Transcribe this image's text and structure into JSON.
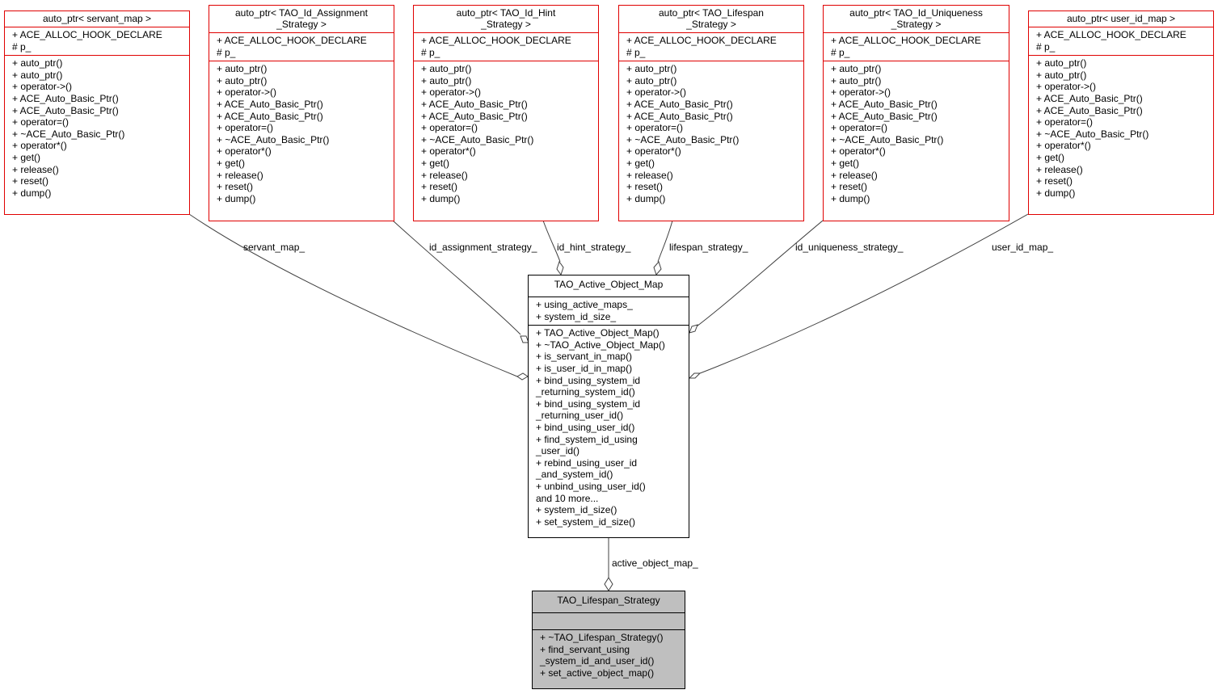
{
  "classes": [
    {
      "id": "auto_ptr_servant_map",
      "title": "auto_ptr< servant_map >",
      "attributes": [
        "+ ACE_ALLOC_HOOK_DECLARE",
        "# p_"
      ],
      "operations": [
        "+ auto_ptr()",
        "+ auto_ptr()",
        "+ operator->()",
        "+ ACE_Auto_Basic_Ptr()",
        "+ ACE_Auto_Basic_Ptr()",
        "+ operator=()",
        "+ ~ACE_Auto_Basic_Ptr()",
        "+ operator*()",
        "+ get()",
        "+ release()",
        "+ reset()",
        "+ dump()"
      ]
    },
    {
      "id": "auto_ptr_id_assignment",
      "title": "auto_ptr< TAO_Id_Assignment\n_Strategy >",
      "attributes": [
        "+ ACE_ALLOC_HOOK_DECLARE",
        "# p_"
      ],
      "operations": [
        "+ auto_ptr()",
        "+ auto_ptr()",
        "+ operator->()",
        "+ ACE_Auto_Basic_Ptr()",
        "+ ACE_Auto_Basic_Ptr()",
        "+ operator=()",
        "+ ~ACE_Auto_Basic_Ptr()",
        "+ operator*()",
        "+ get()",
        "+ release()",
        "+ reset()",
        "+ dump()"
      ]
    },
    {
      "id": "auto_ptr_id_hint",
      "title": "auto_ptr< TAO_Id_Hint\n_Strategy >",
      "attributes": [
        "+ ACE_ALLOC_HOOK_DECLARE",
        "# p_"
      ],
      "operations": [
        "+ auto_ptr()",
        "+ auto_ptr()",
        "+ operator->()",
        "+ ACE_Auto_Basic_Ptr()",
        "+ ACE_Auto_Basic_Ptr()",
        "+ operator=()",
        "+ ~ACE_Auto_Basic_Ptr()",
        "+ operator*()",
        "+ get()",
        "+ release()",
        "+ reset()",
        "+ dump()"
      ]
    },
    {
      "id": "auto_ptr_lifespan",
      "title": "auto_ptr< TAO_Lifespan\n_Strategy >",
      "attributes": [
        "+ ACE_ALLOC_HOOK_DECLARE",
        "# p_"
      ],
      "operations": [
        "+ auto_ptr()",
        "+ auto_ptr()",
        "+ operator->()",
        "+ ACE_Auto_Basic_Ptr()",
        "+ ACE_Auto_Basic_Ptr()",
        "+ operator=()",
        "+ ~ACE_Auto_Basic_Ptr()",
        "+ operator*()",
        "+ get()",
        "+ release()",
        "+ reset()",
        "+ dump()"
      ]
    },
    {
      "id": "auto_ptr_id_uniqueness",
      "title": "auto_ptr< TAO_Id_Uniqueness\n_Strategy >",
      "attributes": [
        "+ ACE_ALLOC_HOOK_DECLARE",
        "# p_"
      ],
      "operations": [
        "+ auto_ptr()",
        "+ auto_ptr()",
        "+ operator->()",
        "+ ACE_Auto_Basic_Ptr()",
        "+ ACE_Auto_Basic_Ptr()",
        "+ operator=()",
        "+ ~ACE_Auto_Basic_Ptr()",
        "+ operator*()",
        "+ get()",
        "+ release()",
        "+ reset()",
        "+ dump()"
      ]
    },
    {
      "id": "auto_ptr_user_id_map",
      "title": "auto_ptr< user_id_map >",
      "attributes": [
        "+ ACE_ALLOC_HOOK_DECLARE",
        "# p_"
      ],
      "operations": [
        "+ auto_ptr()",
        "+ auto_ptr()",
        "+ operator->()",
        "+ ACE_Auto_Basic_Ptr()",
        "+ ACE_Auto_Basic_Ptr()",
        "+ operator=()",
        "+ ~ACE_Auto_Basic_Ptr()",
        "+ operator*()",
        "+ get()",
        "+ release()",
        "+ reset()",
        "+ dump()"
      ]
    },
    {
      "id": "tao_active_object_map",
      "title": "TAO_Active_Object_Map",
      "attributes": [
        "+ using_active_maps_",
        "+ system_id_size_"
      ],
      "operations": [
        "+ TAO_Active_Object_Map()",
        "+ ~TAO_Active_Object_Map()",
        "+ is_servant_in_map()",
        "+ is_user_id_in_map()",
        "+ bind_using_system_id",
        "_returning_system_id()",
        "+ bind_using_system_id",
        "_returning_user_id()",
        "+ bind_using_user_id()",
        "+ find_system_id_using",
        "_user_id()",
        "+ rebind_using_user_id",
        "_and_system_id()",
        "+ unbind_using_user_id()",
        "and 10 more...",
        "+ system_id_size()",
        "+ set_system_id_size()"
      ]
    },
    {
      "id": "tao_lifespan_strategy",
      "title": "TAO_Lifespan_Strategy",
      "attributes": [],
      "operations": [
        "+ ~TAO_Lifespan_Strategy()",
        "+ find_servant_using",
        "_system_id_and_user_id()",
        "+ set_active_object_map()"
      ]
    }
  ],
  "edges": [
    {
      "from": "auto_ptr_servant_map",
      "to": "tao_active_object_map",
      "label": "servant_map_"
    },
    {
      "from": "auto_ptr_id_assignment",
      "to": "tao_active_object_map",
      "label": "id_assignment_strategy_"
    },
    {
      "from": "auto_ptr_id_hint",
      "to": "tao_active_object_map",
      "label": "id_hint_strategy_"
    },
    {
      "from": "auto_ptr_lifespan",
      "to": "tao_active_object_map",
      "label": "lifespan_strategy_"
    },
    {
      "from": "auto_ptr_id_uniqueness",
      "to": "tao_active_object_map",
      "label": "id_uniqueness_strategy_"
    },
    {
      "from": "auto_ptr_user_id_map",
      "to": "tao_active_object_map",
      "label": "user_id_map_"
    },
    {
      "from": "tao_active_object_map",
      "to": "tao_lifespan_strategy",
      "label": "active_object_map_"
    }
  ],
  "colors": {
    "template_border": "#e00000",
    "class_border": "#000000",
    "focus_fill": "#bfbfbf",
    "edge": "#404040"
  }
}
